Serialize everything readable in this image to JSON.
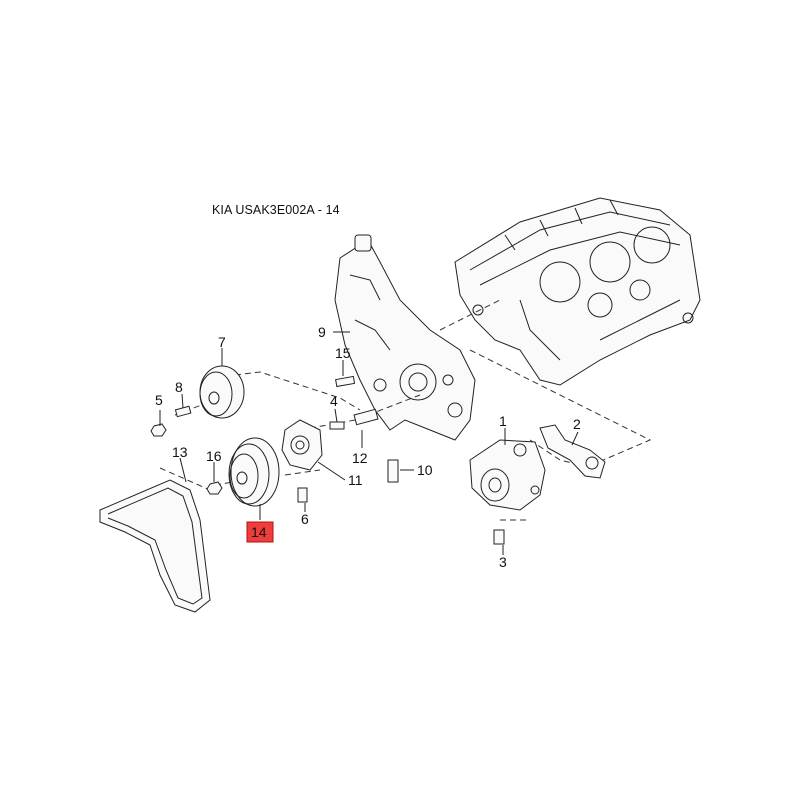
{
  "diagram": {
    "title": "KIA USAK3E002A - 14",
    "highlight_color": "#f03c3c",
    "callouts": [
      {
        "id": "c1",
        "label": "1"
      },
      {
        "id": "c2",
        "label": "2"
      },
      {
        "id": "c3",
        "label": "3"
      },
      {
        "id": "c4",
        "label": "4"
      },
      {
        "id": "c5",
        "label": "5"
      },
      {
        "id": "c6",
        "label": "6"
      },
      {
        "id": "c7",
        "label": "7"
      },
      {
        "id": "c8",
        "label": "8"
      },
      {
        "id": "c9",
        "label": "9"
      },
      {
        "id": "c10",
        "label": "10"
      },
      {
        "id": "c11",
        "label": "11"
      },
      {
        "id": "c12",
        "label": "12"
      },
      {
        "id": "c13",
        "label": "13"
      },
      {
        "id": "c14",
        "label": "14",
        "highlighted": true
      },
      {
        "id": "c15",
        "label": "15"
      },
      {
        "id": "c16",
        "label": "16"
      }
    ]
  }
}
